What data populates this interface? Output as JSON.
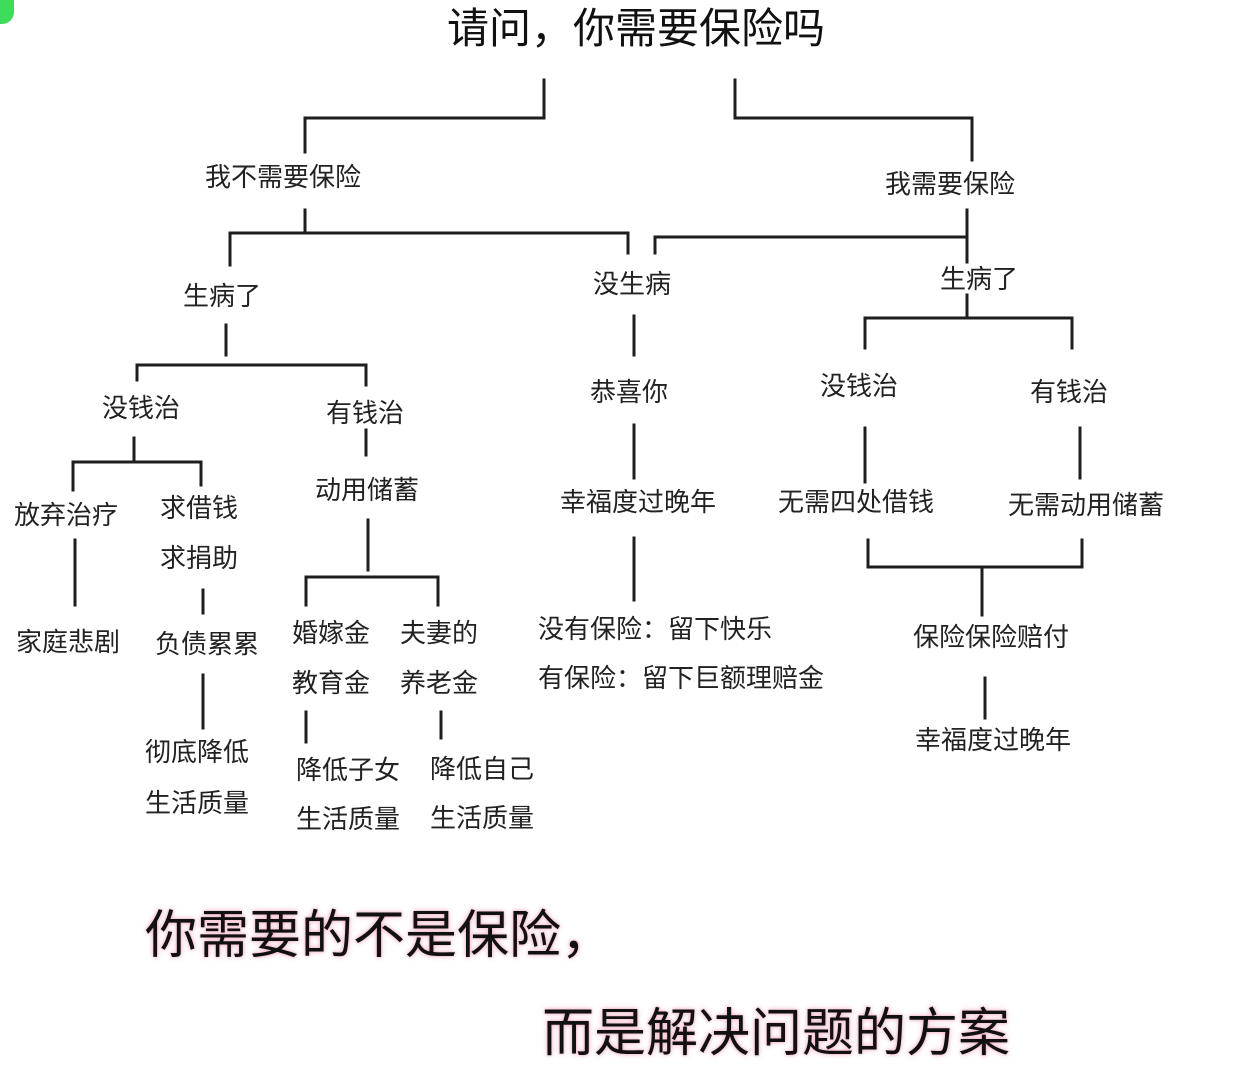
{
  "title": "请问，你需要保险吗",
  "left": {
    "label": "我不需要保险",
    "sick": "生病了",
    "no_money": "没钱治",
    "has_money": "有钱治",
    "give_up": "放弃治疗",
    "family_tragedy": "家庭悲剧",
    "borrow": "求借钱",
    "donation": "求捐助",
    "debt": "负债累累",
    "reduce_life_1": "彻底降低",
    "reduce_life_2": "生活质量",
    "use_savings": "动用储蓄",
    "marriage_fund": "婚嫁金",
    "education_fund": "教育金",
    "couple": "夫妻的",
    "pension": "养老金",
    "lower_children_1": "降低子女",
    "lower_children_2": "生活质量",
    "lower_self_1": "降低自己",
    "lower_self_2": "生活质量"
  },
  "middle": {
    "not_sick": "没生病",
    "congrats": "恭喜你",
    "happy_old_age": "幸福度过晚年",
    "no_insurance": "没有保险：留下快乐",
    "with_insurance": "有保险：留下巨额理赔金"
  },
  "right": {
    "label": "我需要保险",
    "sick": "生病了",
    "no_money": "没钱治",
    "has_money": "有钱治",
    "no_borrow": "无需四处借钱",
    "no_savings": "无需动用储蓄",
    "payout": "保险保险赔付",
    "happy_old_age": "幸福度过晚年"
  },
  "footer": {
    "line1": "你需要的不是保险，",
    "line2": "而是解决问题的方案"
  }
}
